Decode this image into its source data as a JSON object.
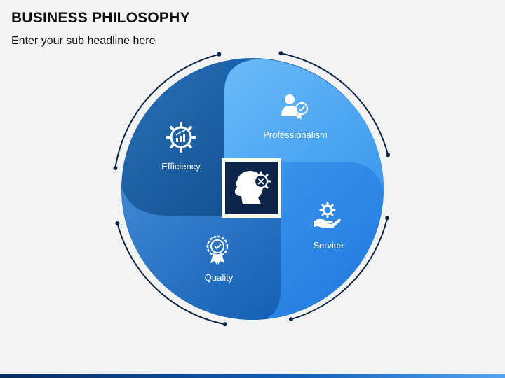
{
  "header": {
    "title": "BUSINESS PHILOSOPHY",
    "subtitle": "Enter your sub headline here"
  },
  "segments": [
    {
      "label": "Efficiency",
      "icon": "gear-chart-icon",
      "color": "#14589e"
    },
    {
      "label": "Professionalism",
      "icon": "certified-person-icon",
      "color": "#3f9bec"
    },
    {
      "label": "Service",
      "icon": "hand-gear-icon",
      "color": "#2a86e6"
    },
    {
      "label": "Quality",
      "icon": "quality-badge-icon",
      "color": "#1d70c9"
    }
  ],
  "center": {
    "icon": "head-gear-icon",
    "color": "#0b2447"
  }
}
